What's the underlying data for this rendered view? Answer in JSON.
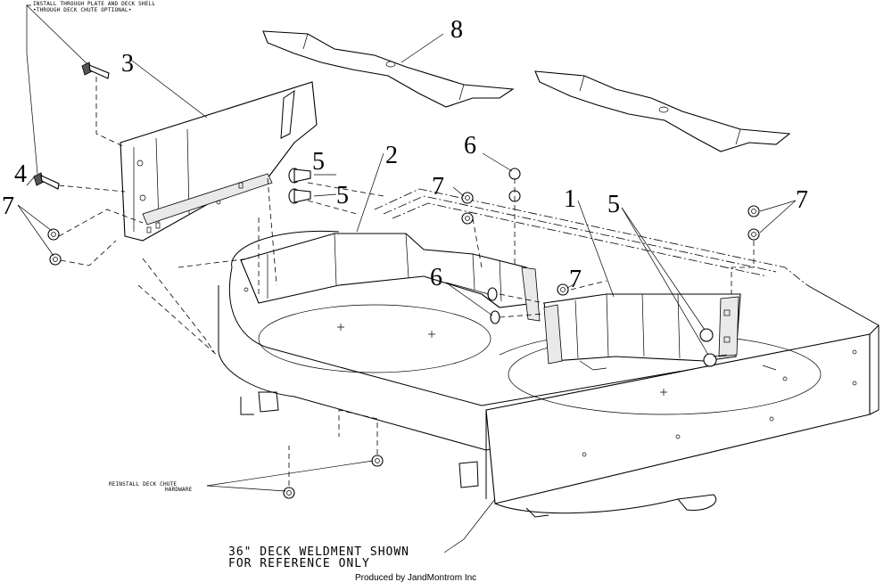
{
  "notes": {
    "install_line1": "INSTALL THROUGH PLATE AND DECK SHELL",
    "install_line2": "•THROUGH DECK CHUTE OPTIONAL•",
    "reinstall_line1": "REINSTALL DECK CHUTE",
    "reinstall_line2": "HARDWARE",
    "deck_ref_line1": "36\" DECK WELDMENT SHOWN",
    "deck_ref_line2": "FOR REFERENCE ONLY"
  },
  "callouts": {
    "c1": "1",
    "c2": "2",
    "c3": "3",
    "c4": "4",
    "c5a": "5",
    "c5b": "5",
    "c5c": "5",
    "c6a": "6",
    "c6b": "6",
    "c7a": "7",
    "c7b": "7",
    "c7c": "7",
    "c7d": "7",
    "c8": "8"
  },
  "footer": "Produced by JandMontrom Inc"
}
